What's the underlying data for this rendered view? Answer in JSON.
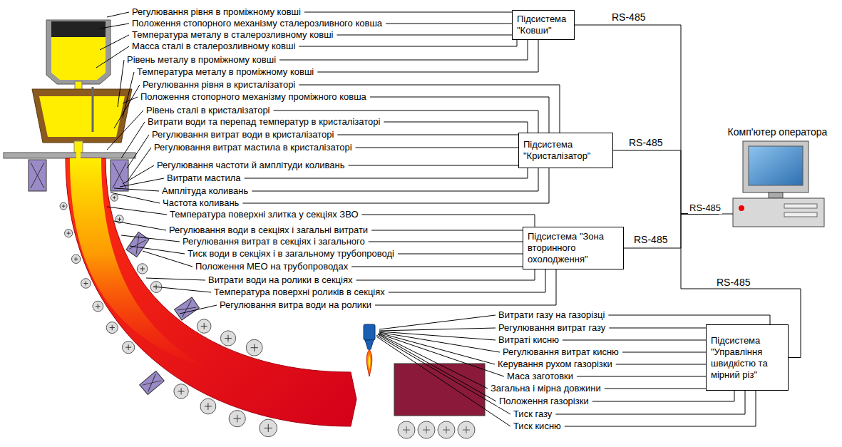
{
  "diagram": {
    "nodes": [
      {
        "text": [
          "Підсистема \"Ковши\""
        ]
      },
      {
        "text": [
          "Підсистема \"Кристалізатор\""
        ]
      },
      {
        "text": [
          "Підсистема \"Зона вторинного охолодження\""
        ]
      },
      {
        "text": [
          "Підсистема \"Управління швидкістю та мірний різ\""
        ]
      },
      {
        "text": [
          "Комп'ютер оператора"
        ]
      }
    ],
    "edges": [
      {
        "from": 0,
        "to": 4,
        "arrow": "none",
        "label": "RS-485"
      },
      {
        "from": 1,
        "to": 4,
        "arrow": "none",
        "label": "RS-485"
      },
      {
        "from": 2,
        "to": 4,
        "arrow": "none",
        "label": "RS-485"
      },
      {
        "from": 3,
        "to": 4,
        "arrow": "none",
        "label": "RS-485"
      }
    ],
    "labels": [
      "Регулювання рівня в проміжному ковші",
      "Положення стопорного механізму сталерозливного ковша",
      "Температура металу в сталерозливному ковші",
      "Масса сталі в сталерозливному ковші",
      "Рівень металу в проміжному ковші",
      "Температура металу в проміжному ковші",
      "Регулювання рівня в кристалізаторі",
      "Положення стопорного механізму проміжного ковша",
      "Рівень сталі в кристалізаторі",
      "Витрати води та перепад температур в кристалізаторі",
      "Регулювання витрат води в кристалізаторі",
      "Регулювання витрат мастила в кристалізаторі",
      "Регулювання частоти й амплітуди коливань",
      "Витрати мастила",
      "Амплітуда коливань",
      "Частота коливань",
      "Температура поверхні злитка у секціях ЗВО",
      "Регулювання води в секціях і загальні витрати",
      "Регулювання витрат в секціях і загального",
      "Тиск води в секціях і в загальному трубопроводі",
      "Положення МЕО на трубопроводах",
      "Витрати води на ролики в секціях",
      "Температура поверхні роликів в секціях",
      "Регулювання витра води на ролики",
      "Витрати газу на газорізці",
      "Регулювання витрат газу",
      "Витраті кисню",
      "Регулювання витрат кисню",
      "Керування рухом газорізки",
      "Маса заготовки",
      "Загальна і мірна довжини",
      "Положення газорізки",
      "Тиск газу",
      "Тиск кисню",
      "RS-485"
    ]
  }
}
